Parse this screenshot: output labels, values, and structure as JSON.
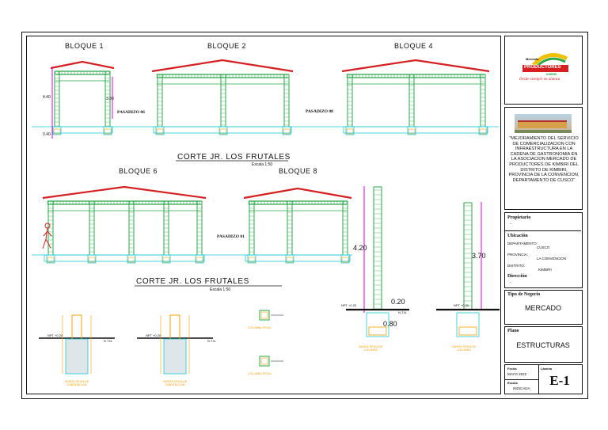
{
  "drawing": {
    "blocks": [
      "BLOQUE 1",
      "BLOQUE 2",
      "BLOQUE 4",
      "BLOQUE 6",
      "BLOQUE 8"
    ],
    "section_titles": [
      "CORTE JR. LOS FRUTALES",
      "CORTE JR. LOS FRUTALES"
    ],
    "scale_notes": [
      "Escala 1:50",
      "Escala 1:50"
    ],
    "pasadizos": [
      "PASADIZO 06",
      "PASADIZO 08",
      "PASADIZO 01"
    ],
    "left_dims": [
      "4.40",
      "0.40"
    ],
    "dim_330": "3.30",
    "dim_420": "4.20",
    "dim_370": "3.70",
    "dim_020": "0.20",
    "dim_080": "0.80",
    "npt_labels": [
      "NPT +0.20",
      "NPT +0.20",
      "NPT +0.20",
      "NPT +0.20"
    ],
    "ntn_labels": [
      "N.T.N.",
      "N.T.N.",
      "N.T.N."
    ],
    "detail_captions": [
      "ZAPATA TIPICA DE CIMENTACION",
      "ZAPATA TIPICA DE CIMENTACION",
      "COLUMNA TIPICA",
      "COLUMNA TIPICA",
      "ZAPATA TIPICA DE COLUMNA",
      "ZAPATA TIPICA DE COLUMNA"
    ]
  },
  "title_block": {
    "logo_top": "Mercado",
    "logo_name": "PRODUCTORES",
    "logo_sub": "KIMBIRI",
    "logo_slogan": "Desde siempre en alianza",
    "project_title": "\"MEJORAMIENTO DEL SERVICIO DE COMERCIALIZACION CON INFRAESTRUCTURA EN LA CADENA DE GASTRONOMIA EN LA ASOCIACION MERCADO DE PRODUCTORES DE KIMBIRI DEL DISTRITO DE KIMBIRI, PROVINCIA DE LA CONVENCION, DEPARTAMENTO DE CUSCO\"",
    "propietario_label": "Propietario",
    "propietario_value": "-",
    "ubicacion_label": "Ubicación",
    "departamento_label": "DEPARTAMENTO:",
    "departamento_value": "CUSCO",
    "provincia_label": "PROVINCIA:",
    "provincia_value": "LA CONVENCION",
    "distrito_label": "DISTRITO:",
    "distrito_value": "KIMBIRI",
    "direccion_label": "Dirección",
    "direccion_value": "-",
    "tipo_label": "Tipo de Negocio",
    "tipo_value": "MERCADO",
    "plano_label": "Plano",
    "plano_value": "ESTRUCTURAS",
    "fecha_label": "Fecha",
    "fecha_value": "MAYO 2022",
    "escala_label": "Escala",
    "escala_value": "INDICADA",
    "lamina_label": "Lámina",
    "lamina_value": "E-1"
  },
  "colors": {
    "roof": "#d42020",
    "column": "#2aa84a",
    "cyan": "#1ec8d8",
    "magenta": "#e000e0",
    "orange": "#f0a000"
  }
}
